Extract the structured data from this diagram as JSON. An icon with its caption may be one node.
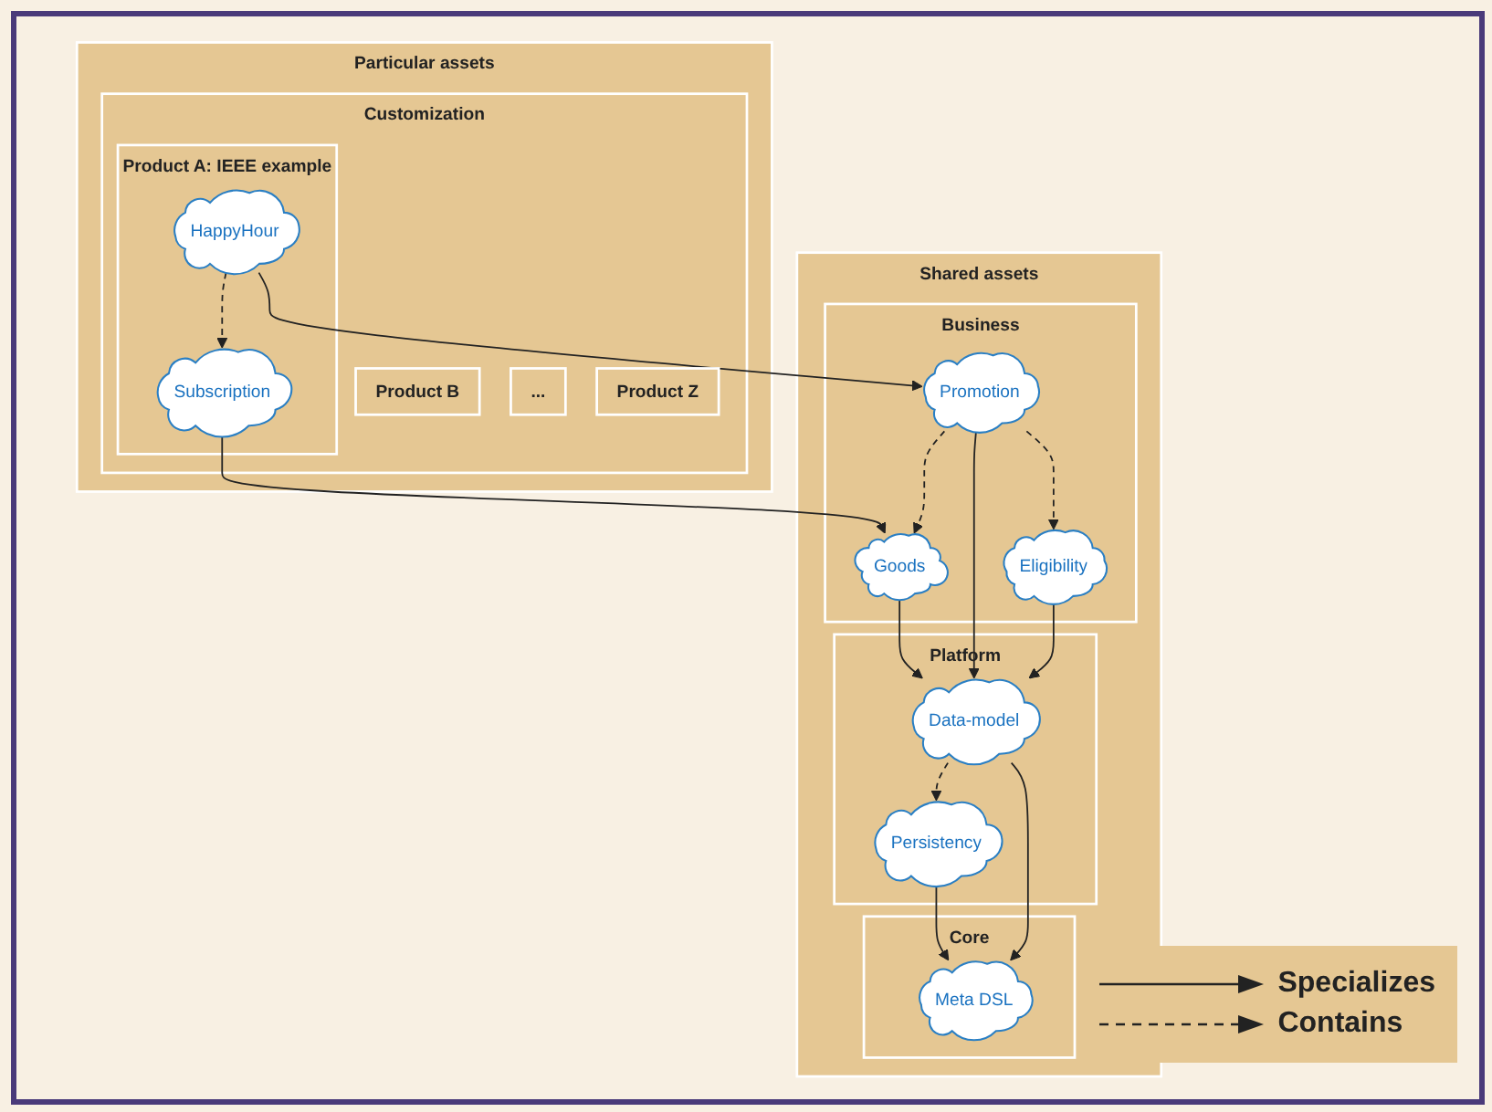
{
  "diagram": {
    "nodes": [
      {
        "text": [
          "Particular assets"
        ]
      },
      {
        "text": [
          "Customization"
        ],
        "in": 0
      },
      {
        "text": [
          "Product A: IEEE example"
        ],
        "in": 1
      },
      {
        "text": [
          "Subscription"
        ],
        "in": 2
      },
      {
        "text": [
          "HappyHour"
        ],
        "in": 2
      },
      {
        "text": [
          "Product  B"
        ],
        "in": 1
      },
      {
        "text": [
          "..."
        ],
        "in": 1
      },
      {
        "text": [
          "Product  Z"
        ],
        "in": 1
      },
      {
        "text": [
          "Shared assets"
        ]
      },
      {
        "text": [
          "Business"
        ],
        "in": 8
      },
      {
        "text": [
          "Goods"
        ],
        "in": 9
      },
      {
        "text": [
          "Promotion"
        ],
        "in": 9
      },
      {
        "text": [
          "Eligibility"
        ],
        "in": 9
      },
      {
        "text": [
          "Platform"
        ],
        "in": 8
      },
      {
        "text": [
          "Persistency"
        ],
        "in": 13
      },
      {
        "text": [
          "Data-model"
        ],
        "in": 13
      },
      {
        "text": [
          "Core"
        ],
        "in": 8
      },
      {
        "text": [
          "Meta DSL"
        ],
        "in": 16
      }
    ],
    "edges": [
      {
        "from": 3,
        "to": 10,
        "arrow": "to"
      },
      {
        "from": 4,
        "to": 3,
        "arrow": "to",
        "style": "dashed"
      },
      {
        "from": 4,
        "to": 11,
        "arrow": "to"
      },
      {
        "from": 11,
        "to": 10,
        "arrow": "to",
        "style": "dashed"
      },
      {
        "from": 11,
        "to": 12,
        "arrow": "to",
        "style": "dashed"
      },
      {
        "from": 10,
        "to": 15,
        "arrow": "to"
      },
      {
        "from": 11,
        "to": 15,
        "arrow": "to"
      },
      {
        "from": 12,
        "to": 15,
        "arrow": "to"
      },
      {
        "from": 15,
        "to": 14,
        "arrow": "to",
        "style": "dashed"
      },
      {
        "from": 14,
        "to": 17,
        "arrow": "to"
      },
      {
        "from": 15,
        "to": 17,
        "arrow": "to"
      }
    ],
    "legend": [
      {
        "text": "Specializes"
      },
      {
        "text": "Contains"
      }
    ]
  }
}
